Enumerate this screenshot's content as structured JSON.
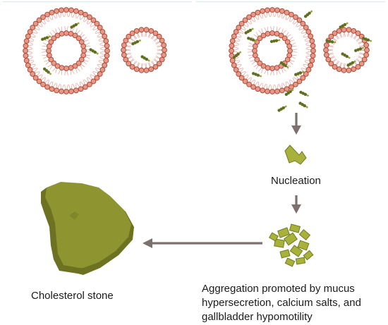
{
  "labels": {
    "nucleation": "Nucleation",
    "stone": "Cholesterol stone",
    "aggregation": "Aggregation promoted by mucus hypersecretion, calcium salts, and gallbladder hypomotility"
  },
  "colors": {
    "bead_fill": "#e59a88",
    "bead_stroke": "#b14a3b",
    "tail": "#e6b4ab",
    "cholesterol": "#5f6f1f",
    "crystal": "#a8b23a",
    "crystal_edge": "#6f7a1d",
    "stone_top": "#8e9530",
    "stone_side": "#6c7221",
    "arrow": "#7d706d",
    "guide": "#d6e9f7"
  },
  "icons": [
    "micelle-vesicle",
    "cholesterol-molecule",
    "down-arrow",
    "cholesterol-crystal",
    "crystal-aggregate",
    "left-arrow",
    "cholesterol-stone"
  ]
}
